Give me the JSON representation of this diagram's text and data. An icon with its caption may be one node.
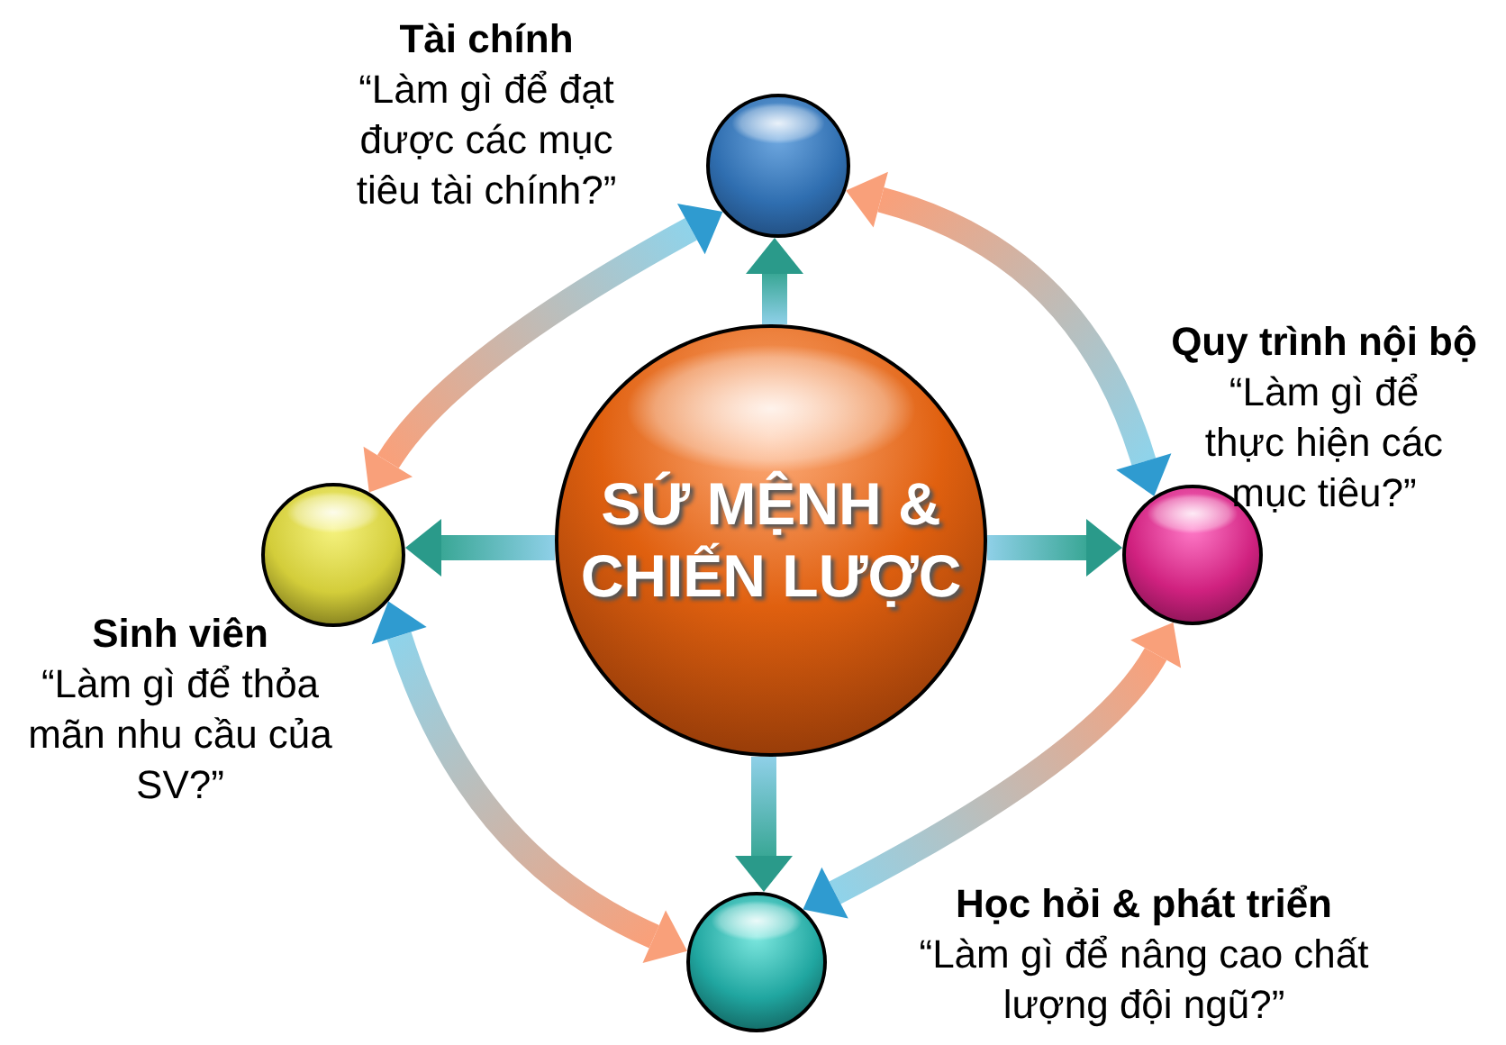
{
  "diagram": {
    "nodes": [
      {
        "text": [],
        "shape": "circle",
        "beside": [
          "Tài chính",
          "“Làm gì để đạt được các mục tiêu tài chính?”"
        ]
      },
      {
        "text": [],
        "shape": "circle",
        "beside": [
          "Quy trình nội bộ",
          "“Làm gì để thực hiện các mục tiêu?”"
        ]
      },
      {
        "text": [
          "SỨ MỆNH & CHIẾN LƯỢC"
        ]
      },
      {
        "text": [],
        "shape": "circle",
        "beside": [
          "Sinh viên",
          "“Làm gì để thỏa mãn nhu cầu của SV?”"
        ]
      },
      {
        "text": [],
        "shape": "circle",
        "beside": [
          "Học hỏi & phát triển",
          "“Làm gì để nâng cao chất lượng đội ngũ?”"
        ]
      }
    ],
    "edges": [
      {
        "from": 2,
        "to": 0,
        "arrow": "to"
      },
      {
        "from": 2,
        "to": 3,
        "arrow": "to"
      },
      {
        "from": 2,
        "to": 1,
        "arrow": "to"
      },
      {
        "from": 2,
        "to": 4,
        "arrow": "to"
      },
      {
        "from": 3,
        "to": 0,
        "arrow": "both"
      },
      {
        "from": 0,
        "to": 1,
        "arrow": "both"
      },
      {
        "from": 1,
        "to": 4,
        "arrow": "both"
      },
      {
        "from": 4,
        "to": 3,
        "arrow": "both"
      }
    ]
  }
}
